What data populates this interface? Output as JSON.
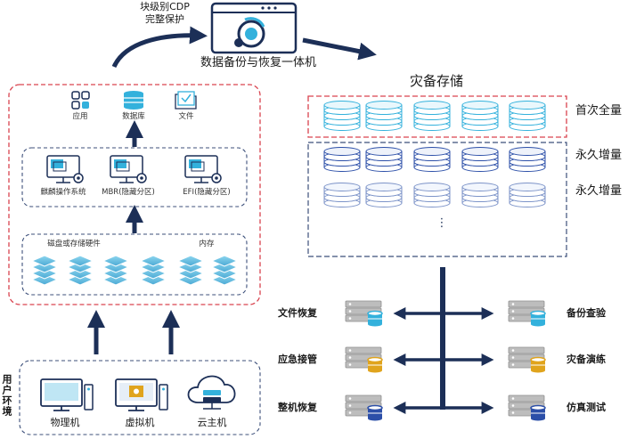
{
  "top": {
    "cdp_line1": "块级别CDP",
    "cdp_line2": "完整保护",
    "appliance": "数据备份与恢复一体机"
  },
  "source": {
    "apps": [
      "应用",
      "数据库",
      "文件"
    ],
    "systems": [
      "麒麟操作系统",
      "MBR(隐藏分区)",
      "EFI(隐藏分区)"
    ],
    "storage_label": "磁盘或存储硬件",
    "memory_label": "内存"
  },
  "user_env": {
    "label": "用户环境",
    "machines": [
      "物理机",
      "虚拟机",
      "云主机"
    ]
  },
  "dr_storage": {
    "title": "灾备存储",
    "full": "首次全量",
    "incr_1": "永久增量",
    "incr_2": "永久增量",
    "continuation": "⋮"
  },
  "services": {
    "left": [
      "文件恢复",
      "应急接管",
      "整机恢复"
    ],
    "right": [
      "备份查验",
      "灾备演练",
      "仿真测试"
    ]
  },
  "colors": {
    "navy": "#1c2f57",
    "dash_red": "#d9434f",
    "dash_blue": "#3c4f7a",
    "cyan": "#33b1dc",
    "gold": "#e0a41d",
    "royal": "#2c4fa8",
    "server_gray": "#a6a6a6"
  }
}
